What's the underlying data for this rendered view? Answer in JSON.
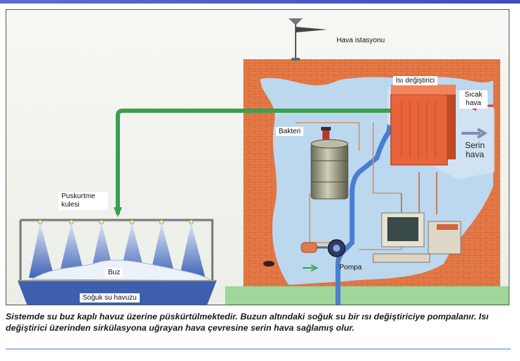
{
  "labels": {
    "weather_station": "Hava istasyonu",
    "heat_exchanger": "Isı değiştirici",
    "hot_air": "Sıcak hava",
    "cool_air": "Serin hava",
    "bacteria": "Bakteri",
    "spray_tower": "Puskurtme kulesi",
    "ice": "Buz",
    "cold_water_pool": "Soğuk su havuzu",
    "pump": "Pompa"
  },
  "caption": "Sistemde su buz kaplı havuz üzerine püskürtülmektedir. Buzun altındaki soğuk su bir ısı değiştiriciye pompalanır. Isı değiştirici üzerinden sirkülasyona uğrayan hava çevresine serin hava sağlamış olur.",
  "colors": {
    "brick": "#e07040",
    "pipe_green": "#3aa050",
    "pipe_blue": "#4a7ed0",
    "spray_blue": "#4f76c8",
    "ground_green": "#9fd69a",
    "exchanger": "#e8643c"
  }
}
